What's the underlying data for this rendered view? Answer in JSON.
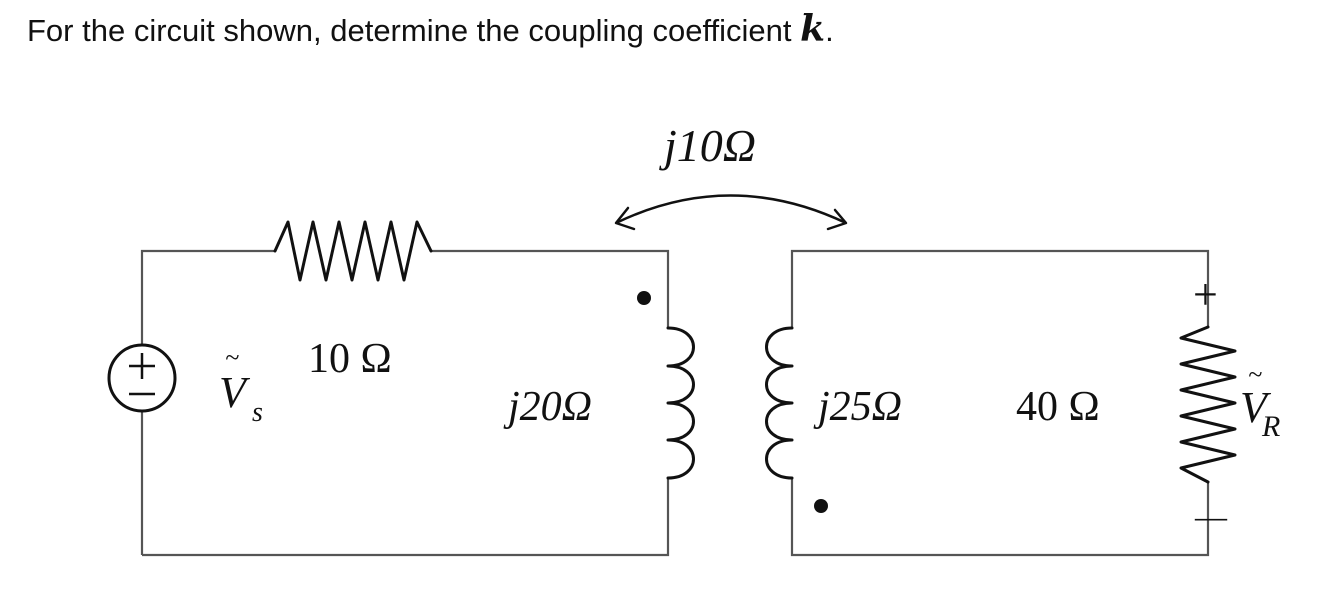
{
  "question": {
    "text": "For the circuit shown, determine the coupling coefficient",
    "variable": "k",
    "end": "."
  },
  "circuit": {
    "mutual_impedance": "j10Ω",
    "source_label": "V",
    "source_subscript": "s",
    "series_resistor": "10 Ω",
    "primary_inductor": "j20Ω",
    "secondary_inductor": "j25Ω",
    "load_resistor": "40 Ω",
    "output_label": "V",
    "output_subscript": "R",
    "plus_sign": "+",
    "minus_sign": "—"
  }
}
